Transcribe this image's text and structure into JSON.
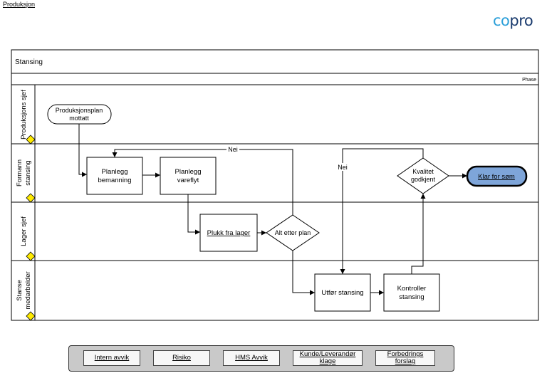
{
  "breadcrumb": "Produksjon",
  "logo": {
    "part1": "co",
    "part2": "pro"
  },
  "pool": {
    "title": "Stansing",
    "phase_label": "Phase"
  },
  "lanes": [
    "Produksjons sjef",
    "Formann stansing",
    "Lager sjef",
    "Stanse medarbeider"
  ],
  "nodes": {
    "start": [
      "Produksjonsplan",
      "mottatt"
    ],
    "planlegg_bemanning": [
      "Planlegg",
      "bemanning"
    ],
    "planlegg_vareflyt": [
      "Planlegg",
      "vareflyt"
    ],
    "plukk": "Plukk fra lager",
    "alt_etter_plan": "Alt etter plan",
    "utfor": "Utfør stansing",
    "kontroller": [
      "Kontroller",
      "stansing"
    ],
    "kvalitet": [
      "Kvalitet",
      "godkjent"
    ],
    "klar": "Klar for søm"
  },
  "edge_labels": {
    "nei1": "Nei",
    "nei2": "Nei"
  },
  "toolbar": [
    "Intern avvik",
    "Risiko",
    "HMS Avvik",
    "Kunde/Leverandør klage",
    "Forbedrings forslag"
  ],
  "colors": {
    "end_fill": "#7ea5d9",
    "marker": "#ffea00",
    "toolbar_bg": "#c9c9c9"
  }
}
